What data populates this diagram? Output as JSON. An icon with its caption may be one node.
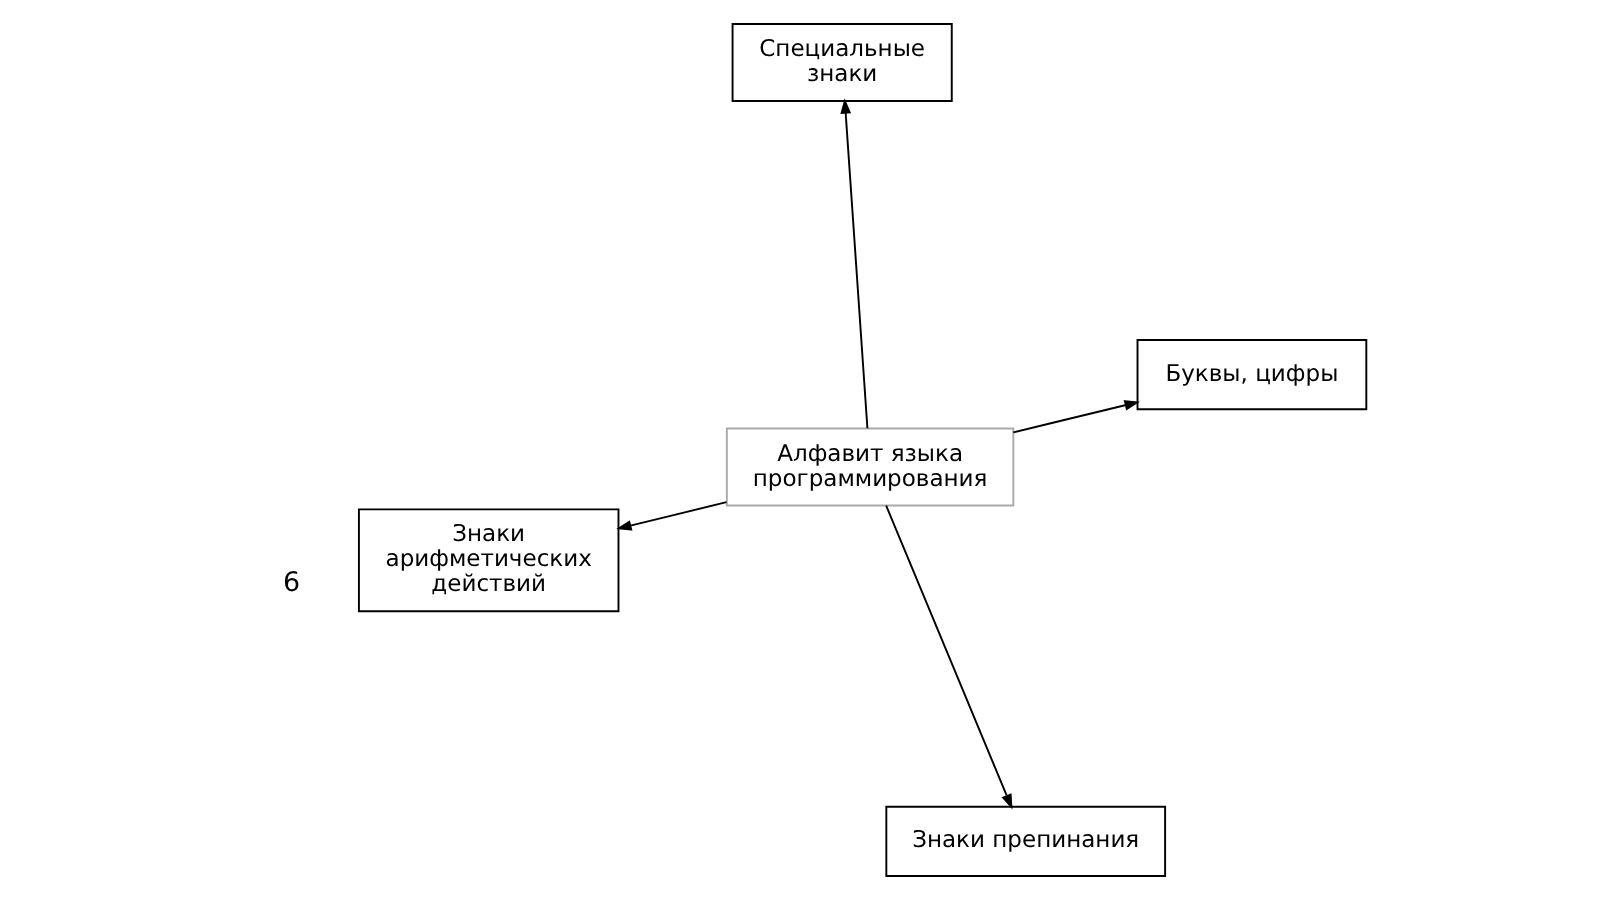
{
  "diagram": {
    "nodes": [
      {
        "text": [
          "Знаки арифметических действий"
        ]
      },
      {
        "text": [
          "Знаки препинания"
        ]
      },
      {
        "text": [
          "Алфавит языка программирования"
        ]
      },
      {
        "text": [
          "Специальные знаки"
        ]
      },
      {
        "text": [
          "Буквы, цифры"
        ]
      }
    ],
    "edges": [
      {
        "from": 2,
        "to": 0,
        "arrow": "to"
      },
      {
        "from": 2,
        "to": 1,
        "arrow": "to"
      },
      {
        "from": 2,
        "to": 3,
        "arrow": "to"
      },
      {
        "from": 2,
        "to": 4,
        "arrow": "to"
      }
    ],
    "labels": [
      "6"
    ]
  }
}
